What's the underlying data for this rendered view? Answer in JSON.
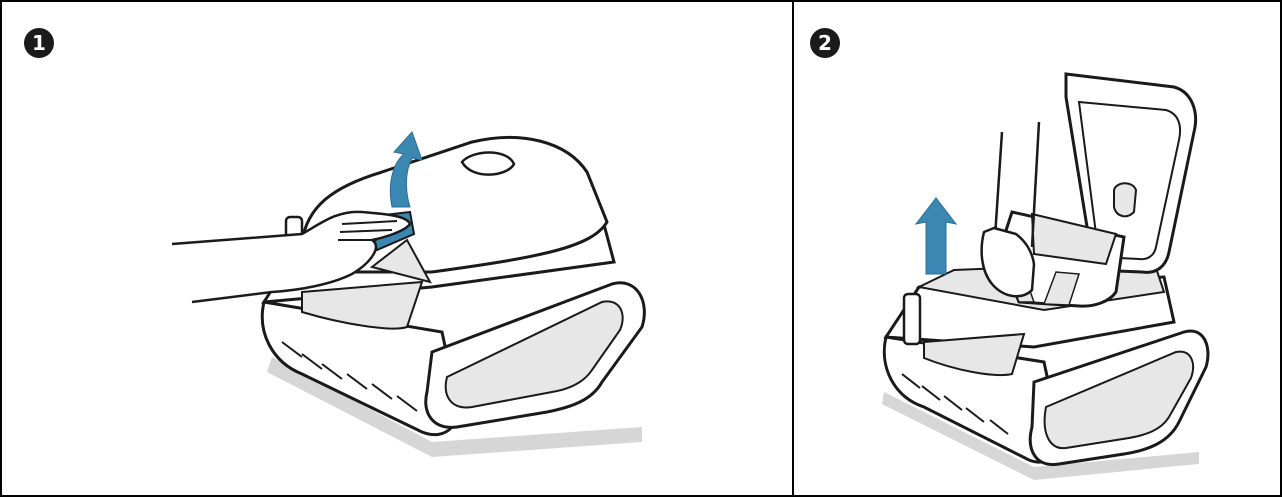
{
  "steps": [
    {
      "number": "1",
      "action": "press-release-and-lift-lid"
    },
    {
      "number": "2",
      "action": "lift-out-filter-basket"
    }
  ],
  "colors": {
    "accent_arrow": "#3a87b2",
    "accent_arrow_dark": "#2b6f96",
    "outline": "#1a1a1a",
    "panel_fill": "#e7e7e7",
    "shadow": "#d6d6d6",
    "body_fill": "#ffffff"
  },
  "icons": [
    "up-arrow-icon",
    "hand-illustration",
    "pool-robot-illustration"
  ]
}
